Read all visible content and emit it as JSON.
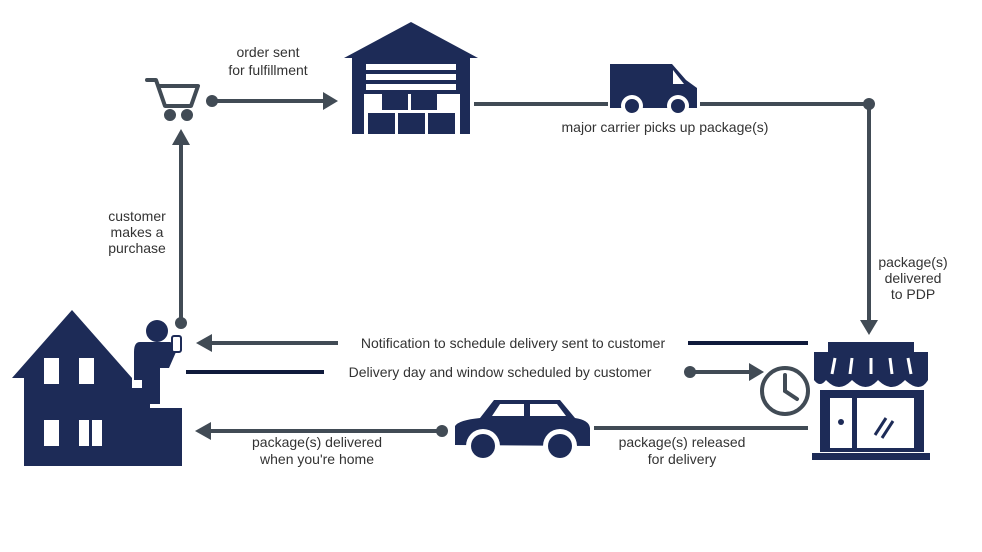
{
  "colors": {
    "navy": "#1d2b57",
    "line": "#414b55",
    "dark": "#0f1a3b"
  },
  "labels": {
    "order_sent": [
      "order sent",
      "for fulfillment"
    ],
    "carrier": "major carrier picks up package(s)",
    "delivered_to_pdp": [
      "package(s)",
      "delivered",
      "to PDP"
    ],
    "customer_purchase": [
      "customer",
      "makes a",
      "purchase"
    ],
    "notification": "Notification to schedule delivery sent to customer",
    "scheduled": "Delivery day and window scheduled by customer",
    "delivered_home": [
      "package(s) delivered",
      "when you're home"
    ],
    "released": [
      "package(s) released",
      "for delivery"
    ]
  },
  "icons": [
    "shopping-cart-icon",
    "warehouse-icon",
    "delivery-truck-icon",
    "pickup-store-icon",
    "clock-icon",
    "car-icon",
    "house-icon",
    "person-with-phone-icon"
  ]
}
